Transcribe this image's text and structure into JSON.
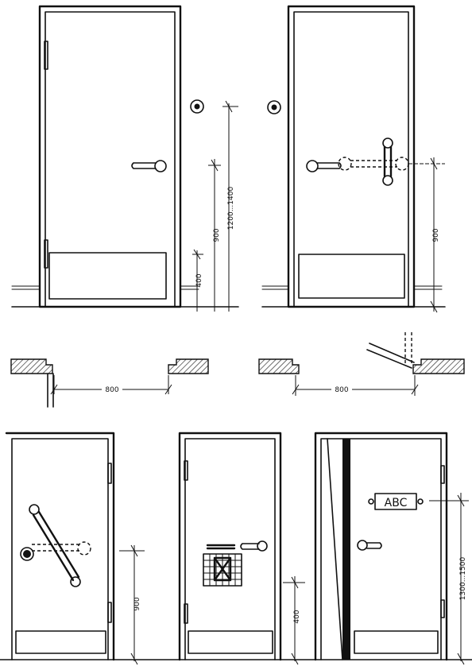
{
  "dimensions": {
    "top_left_height_1200_1400": "1200...1400",
    "top_left_height_900": "900",
    "top_left_height_400": "400",
    "top_right_height_900": "900",
    "plan_left_width": "800",
    "plan_right_width": "800",
    "bottom_left_height_900": "900",
    "bottom_middle_height_400": "400",
    "bottom_right_height_1300_1500": "1300...1500"
  },
  "sign_plate": {
    "text": "ABC"
  }
}
